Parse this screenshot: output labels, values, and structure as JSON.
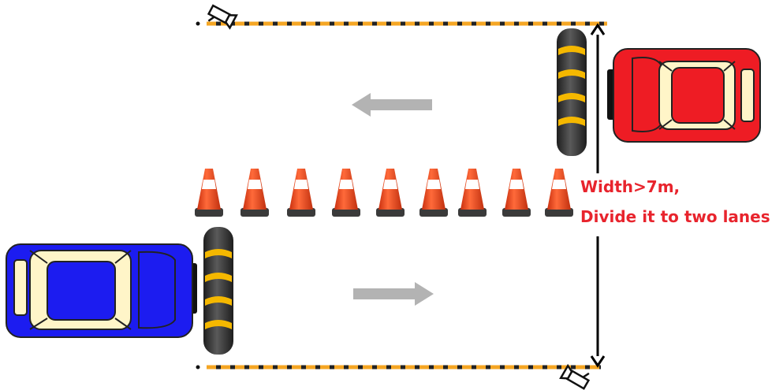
{
  "annotation": {
    "line1": "Width>7m,",
    "line2": "Divide it to two lanes"
  },
  "scene": {
    "barrier_colors": {
      "dark": "#1a1a1a",
      "stripe": "#f5a623"
    },
    "speed_bump_colors": {
      "dark": "#2e2e2e",
      "stripe": "#f5b800"
    },
    "cone_colors": {
      "body": "#e8411b",
      "band": "#ffffff",
      "base": "#3a3a3a"
    },
    "top_car": {
      "color": "#ee1c24",
      "direction": "left"
    },
    "bottom_car": {
      "color": "#1c1cf0",
      "direction": "right"
    },
    "arrow_color": "#b3b3b3",
    "annotation_color": "#e8242d",
    "cone_count": 9,
    "icons": [
      "camera-icon-top",
      "camera-icon-bottom",
      "width-dimension-arrow"
    ]
  }
}
